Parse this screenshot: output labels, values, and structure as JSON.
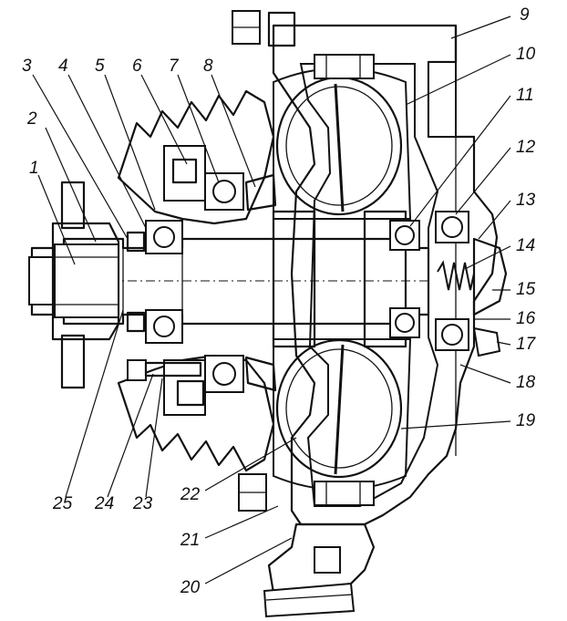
{
  "figure": {
    "callouts": [
      {
        "id": 1,
        "label": "1"
      },
      {
        "id": 2,
        "label": "2"
      },
      {
        "id": 3,
        "label": "3"
      },
      {
        "id": 4,
        "label": "4"
      },
      {
        "id": 5,
        "label": "5"
      },
      {
        "id": 6,
        "label": "6"
      },
      {
        "id": 7,
        "label": "7"
      },
      {
        "id": 8,
        "label": "8"
      },
      {
        "id": 9,
        "label": "9"
      },
      {
        "id": 10,
        "label": "10"
      },
      {
        "id": 11,
        "label": "11"
      },
      {
        "id": 12,
        "label": "12"
      },
      {
        "id": 13,
        "label": "13"
      },
      {
        "id": 14,
        "label": "14"
      },
      {
        "id": 15,
        "label": "15"
      },
      {
        "id": 16,
        "label": "16"
      },
      {
        "id": 17,
        "label": "17"
      },
      {
        "id": 18,
        "label": "18"
      },
      {
        "id": 19,
        "label": "19"
      },
      {
        "id": 20,
        "label": "20"
      },
      {
        "id": 21,
        "label": "21"
      },
      {
        "id": 22,
        "label": "22"
      },
      {
        "id": 23,
        "label": "23"
      },
      {
        "id": 24,
        "label": "24"
      },
      {
        "id": 25,
        "label": "25"
      }
    ]
  }
}
